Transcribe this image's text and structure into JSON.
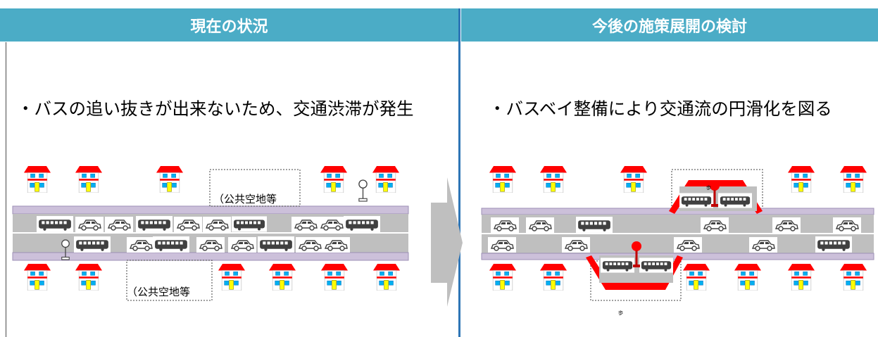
{
  "headers": {
    "current": "現在の状況",
    "future": "今後の施策展開の検討"
  },
  "descriptions": {
    "current": "・バスの追い抜きが出来ないため、交通渋滞が発生",
    "future": "・バスベイ整備により交通流の円滑化を図る"
  },
  "labels": {
    "public_space_top": "（公共空地等",
    "public_space_bottom": "（公共空地等",
    "sidewalk": "歩"
  },
  "colors": {
    "header_bg": "#4bacc6",
    "divider": "#2e75b6",
    "road": "#bfbfbf",
    "sidewalk": "#ccc0da",
    "roof": "#ff0000",
    "bus_bay": "#ff0000",
    "vehicle": "#404040"
  },
  "icons": [
    "house-icon",
    "bus-icon",
    "car-icon",
    "bus-stop-icon",
    "arrow-right-icon"
  ]
}
